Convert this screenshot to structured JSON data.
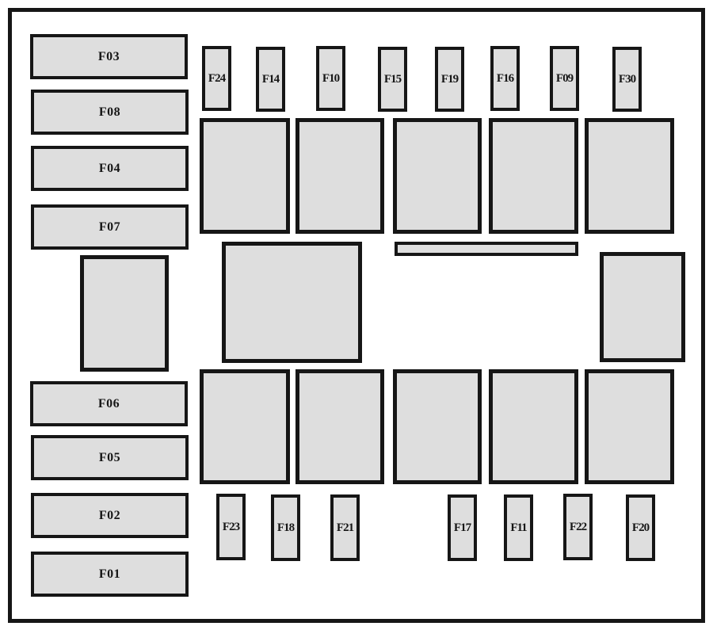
{
  "fuse_box": {
    "left_column": [
      "F03",
      "F08",
      "F04",
      "F07",
      "F06",
      "F05",
      "F02",
      "F01"
    ],
    "top_row": [
      "F24",
      "F14",
      "F10",
      "F15",
      "F19",
      "F16",
      "F09",
      "F30"
    ],
    "bottom_row": [
      "F23",
      "F18",
      "F21",
      "F17",
      "F11",
      "F22",
      "F20"
    ],
    "colors": {
      "background": "#ffffff",
      "fuse_fill": "#dedede",
      "border": "#161616",
      "label_text": "#161616"
    }
  }
}
